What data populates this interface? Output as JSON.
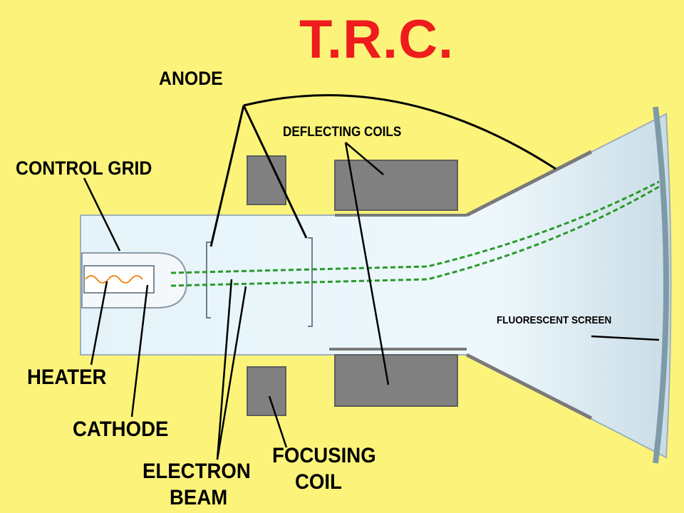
{
  "title": "T.R.C.",
  "labels": {
    "anode": "ANODE",
    "deflecting_coils": "DEFLECTING COILS",
    "control_grid": "CONTROL GRID",
    "heater": "HEATER",
    "cathode": "CATHODE",
    "electron_beam_line1": "ELECTRON",
    "electron_beam_line2": "BEAM",
    "focusing_coil_line1": "FOCUSING",
    "focusing_coil_line2": "COIL",
    "fluorescent_screen": "FLUORESCENT SCREEN"
  },
  "colors": {
    "background": "#fcf47a",
    "title": "#ee1c1c",
    "tube_fill": "#dceff7",
    "tube_outline": "#8a9aa6",
    "coil": "#7a7a7a",
    "beam": "#2a9a2a",
    "heater_wire": "#f08a1a"
  }
}
